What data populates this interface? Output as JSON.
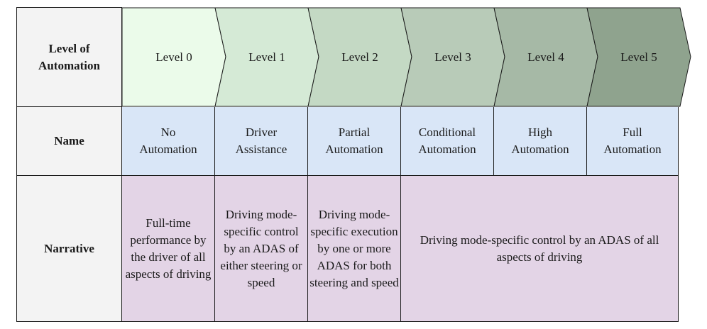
{
  "row_headers": {
    "level": "Level of Automation",
    "name": "Name",
    "narrative": "Narrative"
  },
  "levels": [
    {
      "label": "Level 0",
      "name": "No Automation",
      "color": "#ebfbea"
    },
    {
      "label": "Level 1",
      "name": "Driver Assistance",
      "color": "#d5ead6"
    },
    {
      "label": "Level 2",
      "name": "Partial Automation",
      "color": "#c4d9c4"
    },
    {
      "label": "Level 3",
      "name": "Conditional Automation",
      "color": "#b8cbb8"
    },
    {
      "label": "Level 4",
      "name": "High Automation",
      "color": "#a6b9a6"
    },
    {
      "label": "Level 5",
      "name": "Full Automation",
      "color": "#8fa38e"
    }
  ],
  "narratives": {
    "level0": "Full-time performance by the driver of all aspects of driving",
    "level1": "Driving mode-specific control by an ADAS of either steering or speed",
    "level2": "Driving mode-specific execution by one or more ADAS for both steering and speed",
    "level3_to_5": "Driving mode-specific control by an ADAS of all aspects of driving"
  },
  "colors": {
    "header_bg": "#f3f3f3",
    "name_row_bg": "#d9e6f7",
    "narrative_row_bg": "#e3d4e6",
    "border": "#1a1a1a"
  }
}
